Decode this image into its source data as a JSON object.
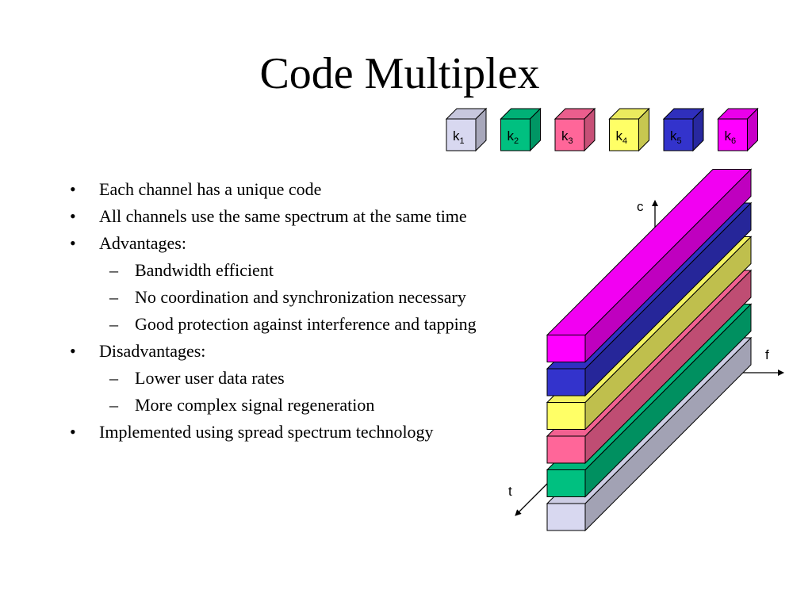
{
  "slide": {
    "title": "Code Multiplex",
    "bullets": [
      {
        "level": 1,
        "marker": "•",
        "text": "Each channel has a unique code"
      },
      {
        "level": 1,
        "marker": "•",
        "text": "All channels use the same spectrum at the same time"
      },
      {
        "level": 1,
        "marker": "•",
        "text": "Advantages:"
      },
      {
        "level": 2,
        "marker": "–",
        "text": "Bandwidth efficient"
      },
      {
        "level": 2,
        "marker": "–",
        "text": "No coordination and synchronization necessary"
      },
      {
        "level": 2,
        "marker": "–",
        "text": "Good protection against interference and tapping"
      },
      {
        "level": 1,
        "marker": "•",
        "text": "Disadvantages:"
      },
      {
        "level": 2,
        "marker": "–",
        "text": "Lower user data rates"
      },
      {
        "level": 2,
        "marker": "–",
        "text": "More complex signal regeneration"
      },
      {
        "level": 1,
        "marker": "•",
        "text": "Implemented using spread spectrum technology"
      }
    ]
  },
  "codes": [
    {
      "letter": "k",
      "index": "1",
      "color": "#d8d8f0"
    },
    {
      "letter": "k",
      "index": "2",
      "color": "#00c080"
    },
    {
      "letter": "k",
      "index": "3",
      "color": "#ff6699"
    },
    {
      "letter": "k",
      "index": "4",
      "color": "#ffff66"
    },
    {
      "letter": "k",
      "index": "5",
      "color": "#3333cc"
    },
    {
      "letter": "k",
      "index": "6",
      "color": "#ff00ff"
    }
  ],
  "axes": {
    "code": "c",
    "frequency": "f",
    "time": "t"
  }
}
